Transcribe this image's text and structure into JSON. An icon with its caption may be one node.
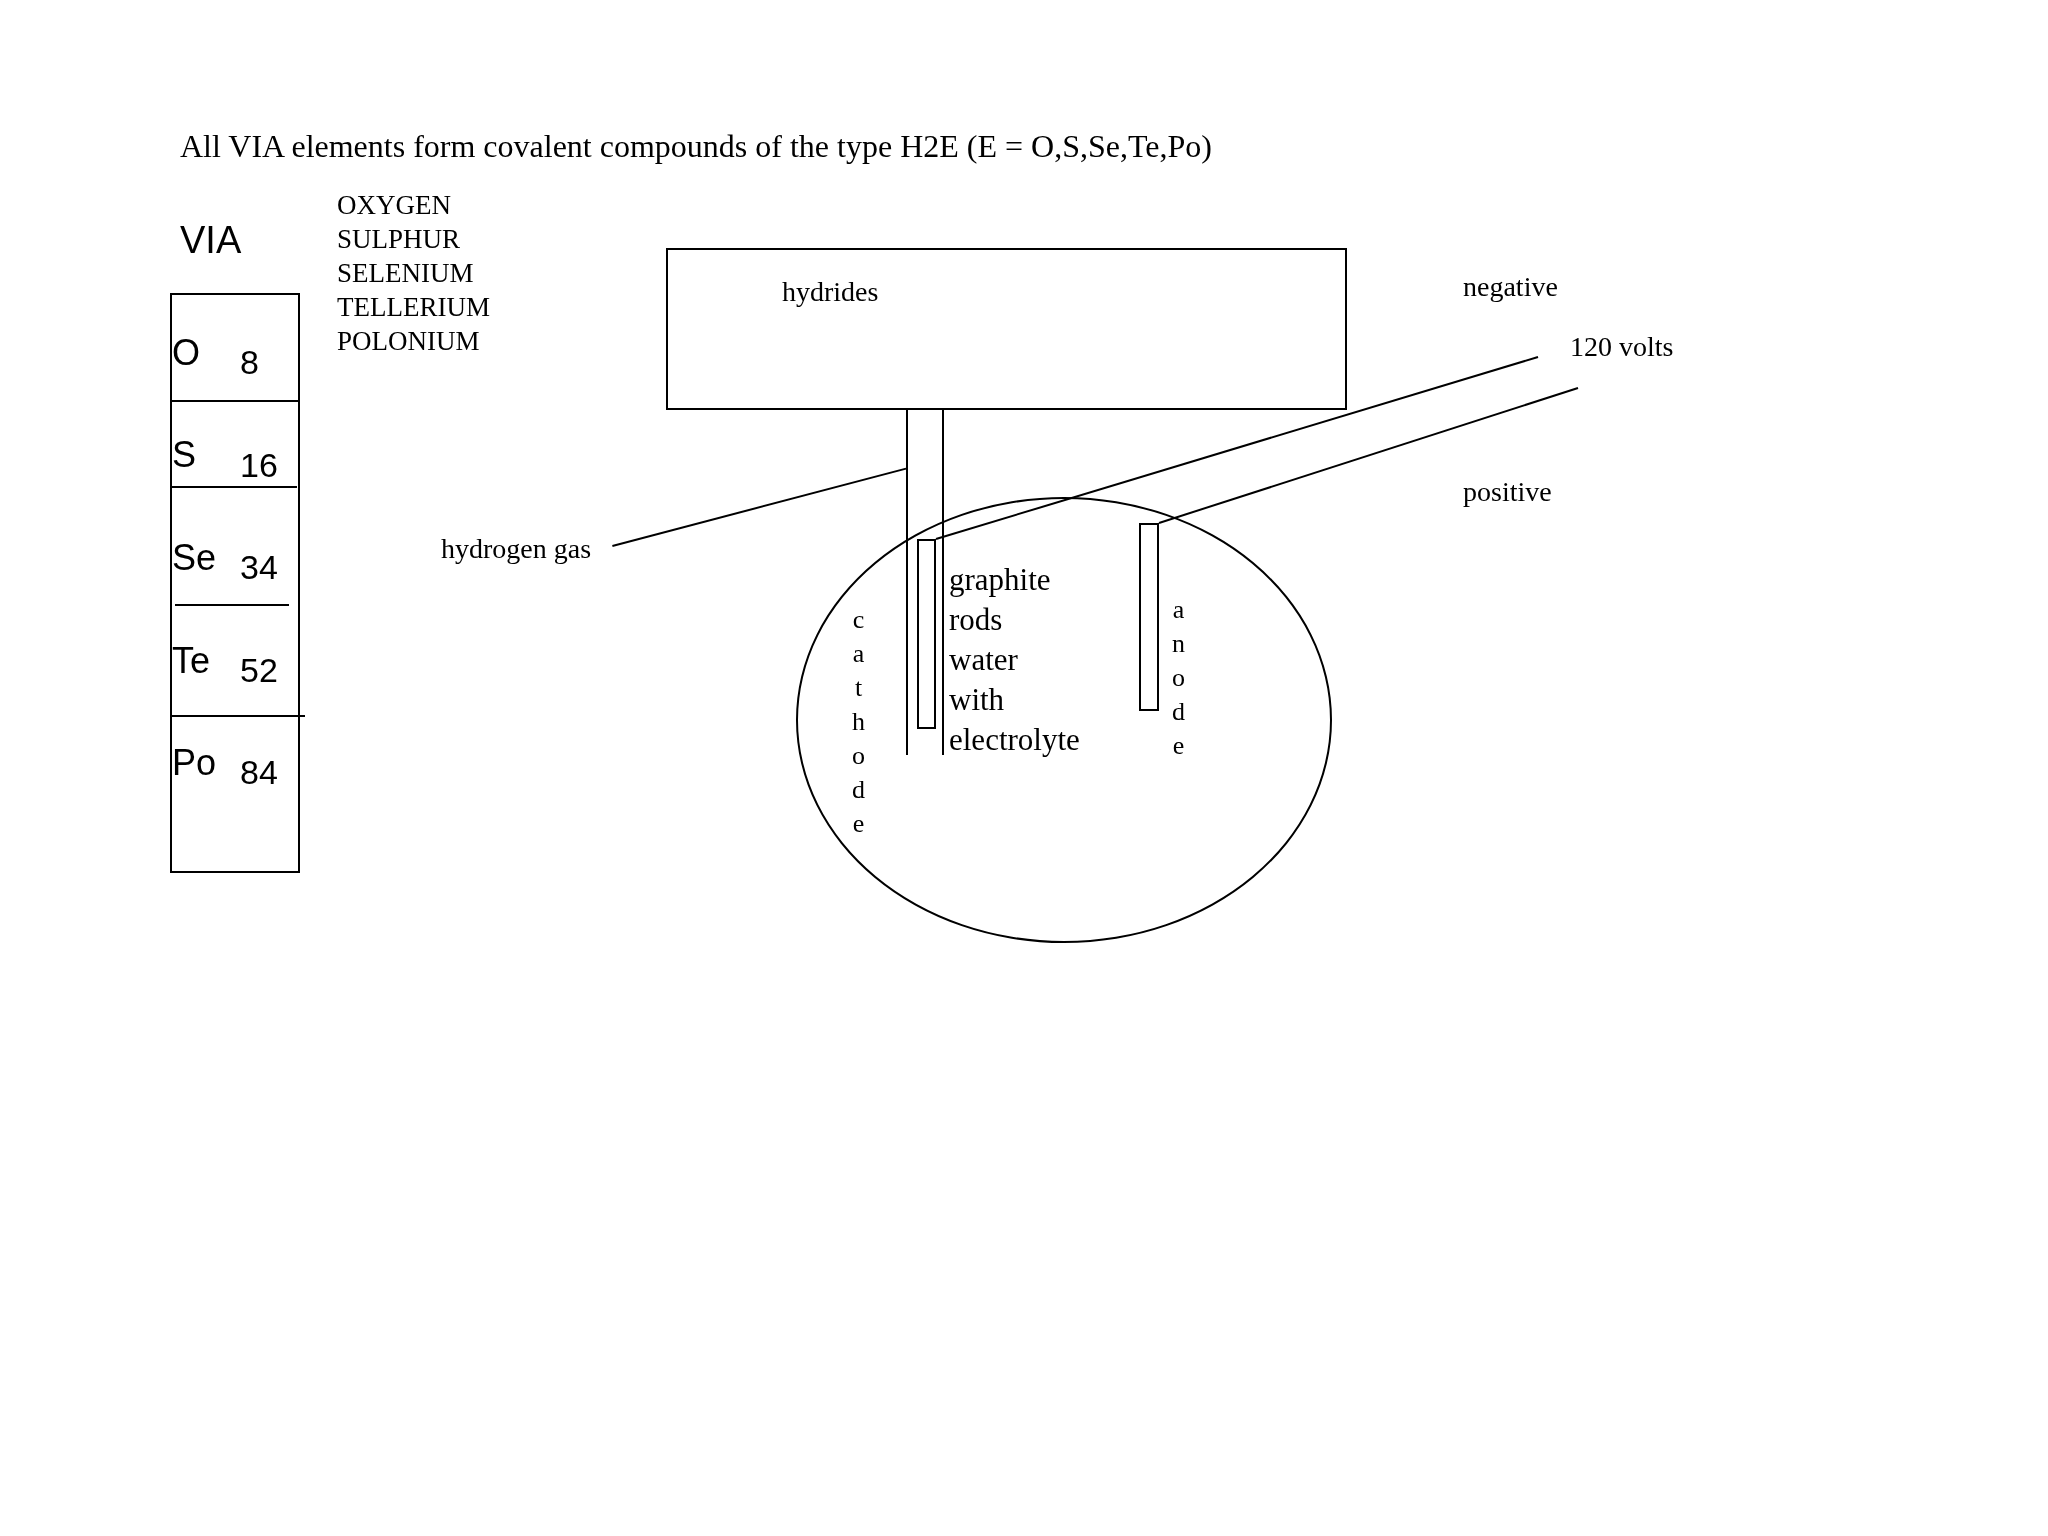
{
  "diagram": {
    "title": "All VIA elements form covalent compounds of the type H2E (E = O,S,Se,Te,Po)",
    "nodes": [
      {
        "text": [
          "hydrides"
        ]
      },
      {
        "text": [],
        "shape": "box"
      },
      {
        "text": [],
        "shape": "ellipse"
      },
      {
        "text": [],
        "shape": "bar"
      },
      {
        "text": [],
        "shape": "bar",
        "in": 2
      },
      {
        "text": [
          "hydrogen gas"
        ]
      }
    ],
    "edges": [
      {
        "from": 5,
        "to": 1,
        "arrow": "none"
      },
      {
        "from": 3,
        "to": null,
        "arrow": "none"
      },
      {
        "from": 4,
        "to": null,
        "arrow": "none"
      }
    ],
    "labels": [
      "VIA",
      "O",
      "8",
      "S",
      "16",
      "Se",
      "34",
      "Te",
      "52",
      "Po",
      "84",
      "OXYGEN",
      "SULPHUR",
      "SELENIUM",
      "TELLERIUM",
      "POLONIUM",
      "negative",
      "120 volts",
      "positive",
      "graphite rods",
      "water with electrolyte",
      "cathode",
      "anode"
    ]
  }
}
